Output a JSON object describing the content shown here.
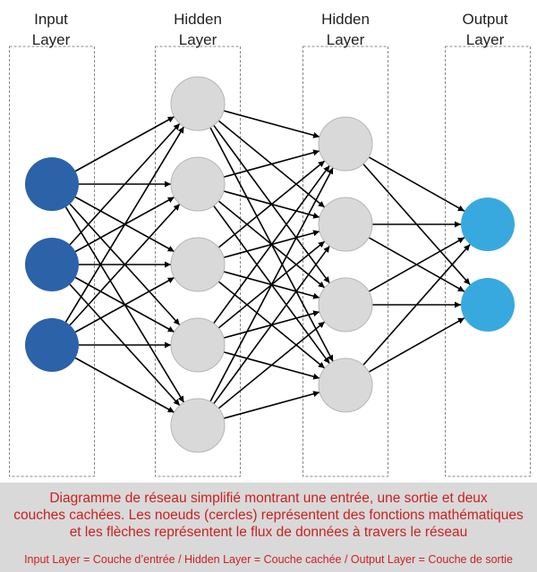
{
  "layers": [
    {
      "title_line1": "Input",
      "title_line2": "Layer",
      "node_count": 3,
      "node_color": "#2b62a8"
    },
    {
      "title_line1": "Hidden",
      "title_line2": "Layer",
      "node_count": 5,
      "node_color": "#d9d9d9"
    },
    {
      "title_line1": "Hidden",
      "title_line2": "Layer",
      "node_count": 4,
      "node_color": "#d9d9d9"
    },
    {
      "title_line1": "Output",
      "title_line2": "Layer",
      "node_count": 2,
      "node_color": "#38a9df"
    }
  ],
  "caption": {
    "line1": "Diagramme de réseau simplifié montrant une entrée, une sortie et deux",
    "line2": "couches cachées. Les noeuds (cercles) représentent des fonctions mathématiques",
    "line3": "et les flèches représentent le flux de données à travers le réseau",
    "legend": "Input Layer = Couche d’entrée / Hidden Layer = Couche cachée / Output Layer = Couche de sortie"
  },
  "colors": {
    "edge": "#000000",
    "node_stroke": "#b5b5b5",
    "box_stroke": "#888888",
    "caption_text": "#cc1f1f",
    "caption_bg": "#d9d9d9"
  }
}
